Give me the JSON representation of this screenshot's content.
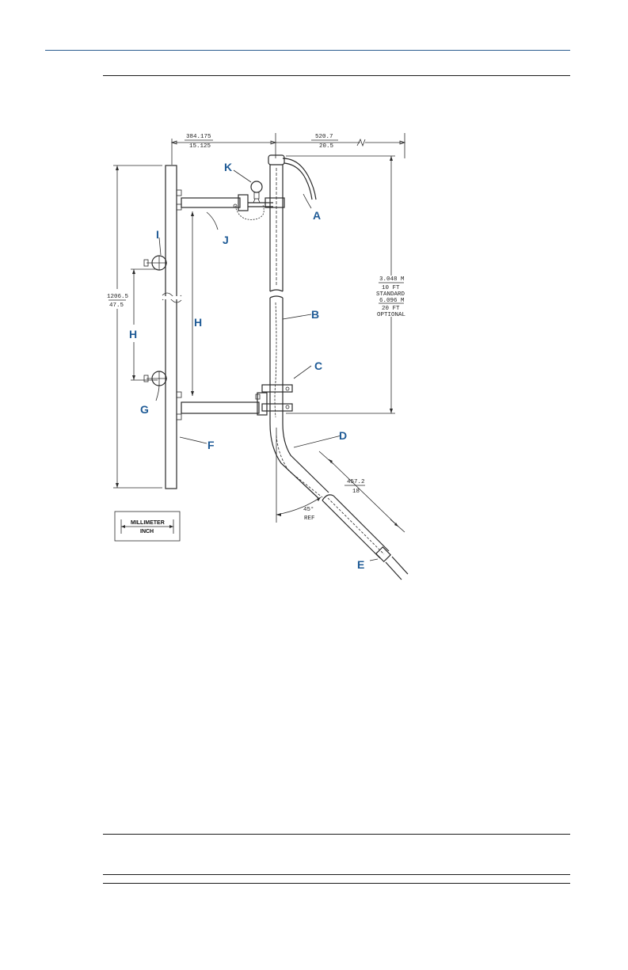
{
  "diagram": {
    "dimensions": {
      "top_left_mm": "384.175",
      "top_left_in": "15.125",
      "top_right_mm": "520.7",
      "top_right_in": "20.5",
      "height_mm": "1206.5",
      "height_in": "47.5",
      "pipe_std_m": "3.048 M",
      "pipe_std_ft": "10 FT",
      "pipe_std_label": "STANDARD",
      "pipe_opt_m": "6.096 M",
      "pipe_opt_ft": "20 FT",
      "pipe_opt_label": "OPTIONAL",
      "diag_mm": "457.2",
      "diag_in": "18",
      "angle": "45°",
      "angle_ref": "REF"
    },
    "callouts": {
      "A": "A",
      "B": "B",
      "C": "C",
      "D": "D",
      "E": "E",
      "F": "F",
      "G": "G",
      "H1": "H",
      "H2": "H",
      "I": "I",
      "J": "J",
      "K": "K"
    },
    "legend": {
      "unit_top": "MILLIMETER",
      "unit_bottom": "INCH"
    }
  }
}
